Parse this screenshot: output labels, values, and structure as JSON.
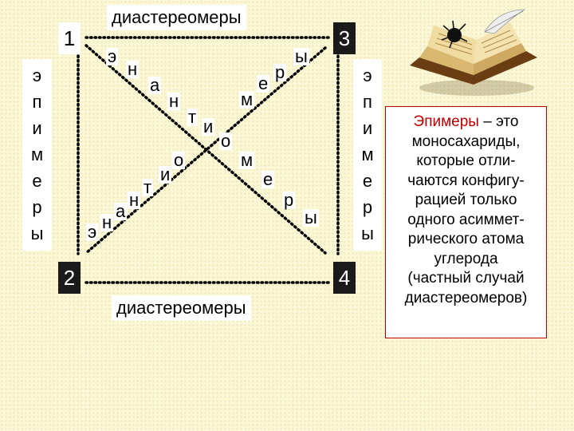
{
  "top_label": "диастереомеры",
  "bottom_label": "диастереомеры",
  "corners": {
    "c1": "1",
    "c2": "2",
    "c3": "3",
    "c4": "4"
  },
  "left_vertical": [
    "э",
    "п",
    "и",
    "м",
    "е",
    "р",
    "ы"
  ],
  "right_vertical": [
    "э",
    "п",
    "и",
    "м",
    "е",
    "р",
    "ы"
  ],
  "diagonal_main": [
    "э",
    "н",
    "а",
    "н",
    "т",
    "и",
    "о",
    "м",
    "е",
    "р",
    "ы"
  ],
  "diagonal_anti": [
    "ы",
    "р",
    "е",
    "м",
    "о",
    "и",
    "т",
    "н",
    "а",
    "н",
    "э"
  ],
  "callout": {
    "term": "Эпимеры",
    "dash": " – это",
    "lines": [
      "моносахариды,",
      "которые отли-",
      "чаются конфигу-",
      "рацией только",
      "одного асиммет-",
      "рического атома",
      "углерода",
      "(частный случай",
      "диастереомеров)"
    ]
  },
  "colors": {
    "line": "#000000",
    "accent": "#c00000",
    "background": "#fbf7d3"
  },
  "icons": [
    "open-book-icon",
    "quill-pen-icon",
    "ink-blot-icon"
  ]
}
